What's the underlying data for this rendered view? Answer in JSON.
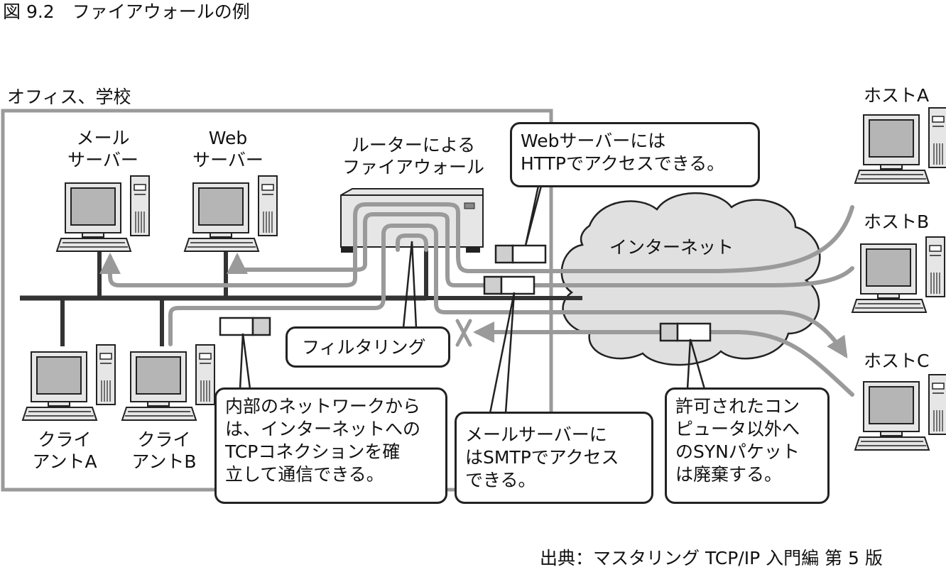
{
  "figure": {
    "title": "図 9.2　ファイアウォールの例",
    "source": "出典：マスタリング TCP/IP 入門編 第 5 版"
  },
  "zone": {
    "label": "オフィス、学校"
  },
  "nodes": {
    "mail_server": "メール\nサーバー",
    "web_server": "Web\nサーバー",
    "router": "ルーターによる\nファイアウォール",
    "client_a": "クライ\nアントA",
    "client_b": "クライ\nアントB",
    "internet": "インターネット",
    "host_a": "ホストA",
    "host_b": "ホストB",
    "host_c": "ホストC"
  },
  "callouts": {
    "web_http": "Webサーバーには\nHTTPでアクセスできる。",
    "filtering": "フィルタリング",
    "internal_tcp": "内部のネットワークから\nは、インターネットへの\nTCPコネクションを確\n立して通信できる。",
    "mail_smtp": "メールサーバーに\nはSMTPでアクセス\nできる。",
    "syn_drop": "許可されたコン\nピュータ以外へ\nのSYNパケット\nは廃棄する。"
  },
  "colors": {
    "line": "#222222",
    "gray": "#9a9a9a",
    "light": "#cfcfcf",
    "screen": "#b5b5b5"
  }
}
